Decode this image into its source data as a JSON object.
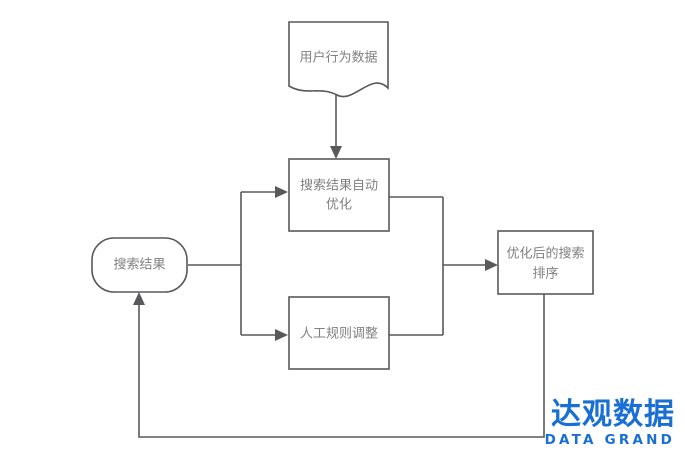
{
  "diagram": {
    "type": "flowchart",
    "title": "",
    "background_color": "#ffffff",
    "line_color": "#58595b",
    "text_color": "#808080",
    "nodes": [
      {
        "id": "user-behavior-data",
        "shape": "document",
        "label": "用户行为数据",
        "lines": [
          "用户行为数据"
        ]
      },
      {
        "id": "search-results",
        "shape": "rounded-terminator",
        "label": "搜索结果",
        "lines": [
          "搜索结果"
        ]
      },
      {
        "id": "auto-optimization",
        "shape": "rectangle",
        "label": "搜索结果自动优化",
        "lines": [
          "搜索结果自动",
          "优化"
        ]
      },
      {
        "id": "manual-rule-adjustment",
        "shape": "rectangle",
        "label": "人工规则调整",
        "lines": [
          "人工规则调整"
        ]
      },
      {
        "id": "optimized-ranking",
        "shape": "rectangle",
        "label": "优化后的搜索排序",
        "lines": [
          "优化后的搜索",
          "排序"
        ]
      }
    ],
    "edges": [
      {
        "from": "user-behavior-data",
        "to": "auto-optimization",
        "label": ""
      },
      {
        "from": "search-results",
        "to": "auto-optimization",
        "label": ""
      },
      {
        "from": "search-results",
        "to": "manual-rule-adjustment",
        "label": ""
      },
      {
        "from": "auto-optimization",
        "to": "optimized-ranking",
        "label": ""
      },
      {
        "from": "manual-rule-adjustment",
        "to": "optimized-ranking",
        "label": ""
      },
      {
        "from": "optimized-ranking",
        "to": "search-results",
        "label": ""
      }
    ]
  },
  "logo": {
    "chinese": "达观数据",
    "english": "DATA GRAND",
    "color": "#1a6fd4"
  }
}
